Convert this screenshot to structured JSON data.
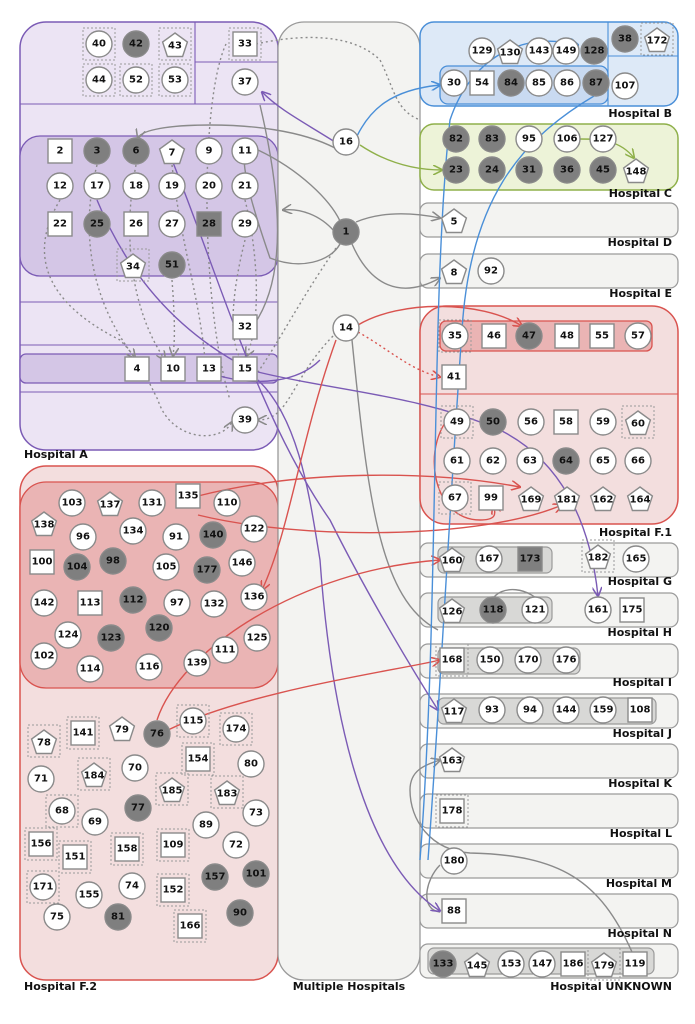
{
  "regions": [
    {
      "key": "A",
      "label": "Hospital A"
    },
    {
      "key": "F2",
      "label": "Hospital F.2"
    },
    {
      "key": "MULTI",
      "label": "Multiple Hospitals"
    },
    {
      "key": "B",
      "label": "Hospital B"
    },
    {
      "key": "C",
      "label": "Hospital C"
    },
    {
      "key": "D",
      "label": "Hospital D"
    },
    {
      "key": "E",
      "label": "Hospital E"
    },
    {
      "key": "F1",
      "label": "Hospital F.1"
    },
    {
      "key": "G",
      "label": "Hospital G"
    },
    {
      "key": "H",
      "label": "Hospital H"
    },
    {
      "key": "I",
      "label": "Hospital I"
    },
    {
      "key": "J",
      "label": "Hospital J"
    },
    {
      "key": "K",
      "label": "Hospital K"
    },
    {
      "key": "L",
      "label": "Hospital L"
    },
    {
      "key": "M",
      "label": "Hospital M"
    },
    {
      "key": "N",
      "label": "Hospital N"
    },
    {
      "key": "UNK",
      "label": "Hospital UNKNOWN"
    }
  ],
  "colors": {
    "purple": "#7b5bb5",
    "purple_fill": "#ece4f4",
    "purple_inner": "#d4c6e6",
    "blue": "#4a8fd8",
    "blue_fill": "#dde9f7",
    "green": "#8fb04a",
    "green_fill": "#edf3d8",
    "red": "#d9534f",
    "red_fill": "#f3dede",
    "red_inner": "#eab4b4",
    "gray": "#9a9a9a",
    "gray_fill": "#f3f3f1",
    "gray_inner": "#d8d8d6",
    "node_dark": "#7f7f7f"
  },
  "nodes": [
    {
      "id": "40",
      "shape": "circle",
      "dashed": true
    },
    {
      "id": "42",
      "shape": "circle",
      "filled": true
    },
    {
      "id": "43",
      "shape": "pentagon",
      "dashed": true
    },
    {
      "id": "44",
      "shape": "circle",
      "dashed": true
    },
    {
      "id": "52",
      "shape": "circle",
      "dashed": true
    },
    {
      "id": "53",
      "shape": "circle",
      "dashed": true
    },
    {
      "id": "33",
      "shape": "square",
      "dashed": true
    },
    {
      "id": "37",
      "shape": "circle"
    },
    {
      "id": "2",
      "shape": "square"
    },
    {
      "id": "3",
      "shape": "circle",
      "filled": true
    },
    {
      "id": "6",
      "shape": "circle",
      "filled": true
    },
    {
      "id": "7",
      "shape": "pentagon"
    },
    {
      "id": "9",
      "shape": "circle"
    },
    {
      "id": "11",
      "shape": "circle"
    },
    {
      "id": "12",
      "shape": "circle"
    },
    {
      "id": "17",
      "shape": "circle"
    },
    {
      "id": "18",
      "shape": "circle"
    },
    {
      "id": "19",
      "shape": "circle"
    },
    {
      "id": "20",
      "shape": "circle"
    },
    {
      "id": "21",
      "shape": "circle"
    },
    {
      "id": "22",
      "shape": "square"
    },
    {
      "id": "25",
      "shape": "circle",
      "filled": true
    },
    {
      "id": "26",
      "shape": "square"
    },
    {
      "id": "27",
      "shape": "circle"
    },
    {
      "id": "28",
      "shape": "square",
      "filled": true
    },
    {
      "id": "29",
      "shape": "circle"
    },
    {
      "id": "34",
      "shape": "pentagon",
      "dashed": true
    },
    {
      "id": "51",
      "shape": "circle",
      "filled": true
    },
    {
      "id": "32",
      "shape": "square"
    },
    {
      "id": "4",
      "shape": "square"
    },
    {
      "id": "10",
      "shape": "square"
    },
    {
      "id": "13",
      "shape": "square"
    },
    {
      "id": "15",
      "shape": "square"
    },
    {
      "id": "39",
      "shape": "circle"
    },
    {
      "id": "103",
      "shape": "circle"
    },
    {
      "id": "137",
      "shape": "pentagon"
    },
    {
      "id": "131",
      "shape": "circle"
    },
    {
      "id": "135",
      "shape": "square"
    },
    {
      "id": "110",
      "shape": "circle"
    },
    {
      "id": "138",
      "shape": "pentagon"
    },
    {
      "id": "96",
      "shape": "circle"
    },
    {
      "id": "134",
      "shape": "circle"
    },
    {
      "id": "91",
      "shape": "circle"
    },
    {
      "id": "140",
      "shape": "circle",
      "filled": true
    },
    {
      "id": "122",
      "shape": "circle"
    },
    {
      "id": "100",
      "shape": "square"
    },
    {
      "id": "104",
      "shape": "circle",
      "filled": true
    },
    {
      "id": "98",
      "shape": "circle",
      "filled": true
    },
    {
      "id": "105",
      "shape": "circle"
    },
    {
      "id": "177",
      "shape": "circle",
      "filled": true
    },
    {
      "id": "146",
      "shape": "circle"
    },
    {
      "id": "142",
      "shape": "circle"
    },
    {
      "id": "113",
      "shape": "square"
    },
    {
      "id": "112",
      "shape": "circle",
      "filled": true
    },
    {
      "id": "97",
      "shape": "circle"
    },
    {
      "id": "132",
      "shape": "circle"
    },
    {
      "id": "136",
      "shape": "circle"
    },
    {
      "id": "124",
      "shape": "circle"
    },
    {
      "id": "123",
      "shape": "circle",
      "filled": true
    },
    {
      "id": "120",
      "shape": "circle",
      "filled": true
    },
    {
      "id": "125",
      "shape": "circle"
    },
    {
      "id": "102",
      "shape": "circle"
    },
    {
      "id": "111",
      "shape": "circle"
    },
    {
      "id": "114",
      "shape": "circle"
    },
    {
      "id": "116",
      "shape": "circle"
    },
    {
      "id": "139",
      "shape": "circle"
    },
    {
      "id": "78",
      "shape": "pentagon",
      "dashed": true
    },
    {
      "id": "141",
      "shape": "square",
      "dashed": true
    },
    {
      "id": "79",
      "shape": "pentagon"
    },
    {
      "id": "76",
      "shape": "circle",
      "filled": true
    },
    {
      "id": "115",
      "shape": "circle",
      "dashed": true
    },
    {
      "id": "174",
      "shape": "circle",
      "dashed": true
    },
    {
      "id": "154",
      "shape": "square",
      "dashed": true
    },
    {
      "id": "71",
      "shape": "circle"
    },
    {
      "id": "184",
      "shape": "pentagon",
      "dashed": true
    },
    {
      "id": "70",
      "shape": "circle"
    },
    {
      "id": "80",
      "shape": "circle"
    },
    {
      "id": "185",
      "shape": "pentagon",
      "dashed": true
    },
    {
      "id": "183",
      "shape": "pentagon",
      "dashed": true
    },
    {
      "id": "68",
      "shape": "circle",
      "dashed": true
    },
    {
      "id": "77",
      "shape": "circle",
      "filled": true
    },
    {
      "id": "69",
      "shape": "circle"
    },
    {
      "id": "73",
      "shape": "circle"
    },
    {
      "id": "89",
      "shape": "circle"
    },
    {
      "id": "156",
      "shape": "square",
      "dashed": true
    },
    {
      "id": "158",
      "shape": "square",
      "dashed": true
    },
    {
      "id": "109",
      "shape": "square",
      "dashed": true
    },
    {
      "id": "72",
      "shape": "circle"
    },
    {
      "id": "151",
      "shape": "square",
      "dashed": true
    },
    {
      "id": "157",
      "shape": "circle",
      "filled": true
    },
    {
      "id": "101",
      "shape": "circle",
      "filled": true
    },
    {
      "id": "171",
      "shape": "circle",
      "dashed": true
    },
    {
      "id": "74",
      "shape": "circle"
    },
    {
      "id": "155",
      "shape": "circle"
    },
    {
      "id": "152",
      "shape": "square",
      "dashed": true
    },
    {
      "id": "75",
      "shape": "circle"
    },
    {
      "id": "81",
      "shape": "circle",
      "filled": true
    },
    {
      "id": "166",
      "shape": "square",
      "dashed": true
    },
    {
      "id": "90",
      "shape": "circle",
      "filled": true
    },
    {
      "id": "16",
      "shape": "circle"
    },
    {
      "id": "1",
      "shape": "circle",
      "filled": true
    },
    {
      "id": "14",
      "shape": "circle"
    },
    {
      "id": "38",
      "shape": "circle",
      "filled": true
    },
    {
      "id": "172",
      "shape": "pentagon",
      "dashed": true
    },
    {
      "id": "129",
      "shape": "circle"
    },
    {
      "id": "130",
      "shape": "pentagon"
    },
    {
      "id": "143",
      "shape": "circle"
    },
    {
      "id": "149",
      "shape": "circle"
    },
    {
      "id": "128",
      "shape": "circle",
      "filled": true
    },
    {
      "id": "30",
      "shape": "circle"
    },
    {
      "id": "54",
      "shape": "square"
    },
    {
      "id": "84",
      "shape": "circle",
      "filled": true
    },
    {
      "id": "85",
      "shape": "circle"
    },
    {
      "id": "86",
      "shape": "circle"
    },
    {
      "id": "87",
      "shape": "circle",
      "filled": true
    },
    {
      "id": "107",
      "shape": "circle"
    },
    {
      "id": "82",
      "shape": "circle",
      "filled": true
    },
    {
      "id": "83",
      "shape": "circle",
      "filled": true
    },
    {
      "id": "95",
      "shape": "circle"
    },
    {
      "id": "106",
      "shape": "circle"
    },
    {
      "id": "127",
      "shape": "circle"
    },
    {
      "id": "23",
      "shape": "circle",
      "filled": true
    },
    {
      "id": "24",
      "shape": "circle",
      "filled": true
    },
    {
      "id": "31",
      "shape": "circle",
      "filled": true
    },
    {
      "id": "36",
      "shape": "circle",
      "filled": true
    },
    {
      "id": "45",
      "shape": "circle",
      "filled": true
    },
    {
      "id": "148",
      "shape": "pentagon"
    },
    {
      "id": "5",
      "shape": "pentagon"
    },
    {
      "id": "8",
      "shape": "pentagon"
    },
    {
      "id": "92",
      "shape": "circle"
    },
    {
      "id": "35",
      "shape": "circle",
      "dashed": true
    },
    {
      "id": "46",
      "shape": "square"
    },
    {
      "id": "47",
      "shape": "circle",
      "filled": true
    },
    {
      "id": "48",
      "shape": "square"
    },
    {
      "id": "55",
      "shape": "square"
    },
    {
      "id": "57",
      "shape": "circle"
    },
    {
      "id": "41",
      "shape": "square"
    },
    {
      "id": "49",
      "shape": "circle",
      "dashed": true
    },
    {
      "id": "50",
      "shape": "circle",
      "filled": true
    },
    {
      "id": "56",
      "shape": "circle"
    },
    {
      "id": "58",
      "shape": "square"
    },
    {
      "id": "59",
      "shape": "circle"
    },
    {
      "id": "60",
      "shape": "pentagon",
      "dashed": true
    },
    {
      "id": "61",
      "shape": "circle"
    },
    {
      "id": "62",
      "shape": "circle"
    },
    {
      "id": "63",
      "shape": "circle"
    },
    {
      "id": "64",
      "shape": "circle",
      "filled": true
    },
    {
      "id": "65",
      "shape": "circle"
    },
    {
      "id": "66",
      "shape": "circle"
    },
    {
      "id": "67",
      "shape": "circle",
      "dashed": true
    },
    {
      "id": "99",
      "shape": "square"
    },
    {
      "id": "169",
      "shape": "pentagon"
    },
    {
      "id": "181",
      "shape": "pentagon"
    },
    {
      "id": "162",
      "shape": "pentagon"
    },
    {
      "id": "164",
      "shape": "pentagon"
    },
    {
      "id": "160",
      "shape": "pentagon"
    },
    {
      "id": "167",
      "shape": "circle"
    },
    {
      "id": "173",
      "shape": "square",
      "filled": true
    },
    {
      "id": "182",
      "shape": "pentagon",
      "dashed": true
    },
    {
      "id": "165",
      "shape": "circle"
    },
    {
      "id": "126",
      "shape": "pentagon"
    },
    {
      "id": "118",
      "shape": "circle",
      "filled": true
    },
    {
      "id": "121",
      "shape": "circle"
    },
    {
      "id": "161",
      "shape": "circle"
    },
    {
      "id": "175",
      "shape": "square"
    },
    {
      "id": "168",
      "shape": "square",
      "dashed": true
    },
    {
      "id": "150",
      "shape": "circle"
    },
    {
      "id": "170",
      "shape": "circle"
    },
    {
      "id": "176",
      "shape": "circle"
    },
    {
      "id": "117",
      "shape": "pentagon"
    },
    {
      "id": "93",
      "shape": "circle"
    },
    {
      "id": "94",
      "shape": "circle"
    },
    {
      "id": "144",
      "shape": "circle"
    },
    {
      "id": "159",
      "shape": "circle"
    },
    {
      "id": "108",
      "shape": "square"
    },
    {
      "id": "163",
      "shape": "pentagon"
    },
    {
      "id": "178",
      "shape": "square",
      "dashed": true
    },
    {
      "id": "180",
      "shape": "circle"
    },
    {
      "id": "88",
      "shape": "square"
    },
    {
      "id": "133",
      "shape": "circle",
      "filled": true
    },
    {
      "id": "145",
      "shape": "pentagon"
    },
    {
      "id": "153",
      "shape": "circle"
    },
    {
      "id": "147",
      "shape": "circle"
    },
    {
      "id": "186",
      "shape": "square"
    },
    {
      "id": "179",
      "shape": "pentagon",
      "dashed": true
    },
    {
      "id": "119",
      "shape": "square"
    }
  ]
}
